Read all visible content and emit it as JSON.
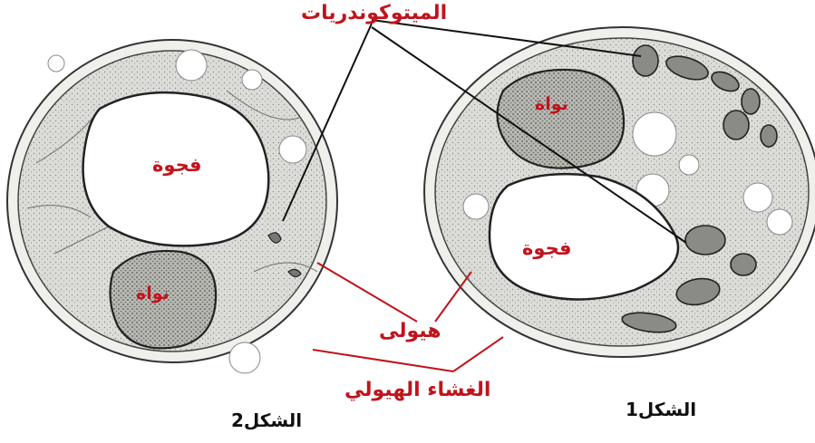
{
  "labels": {
    "mitochondria": "الميتوكوندريات",
    "vacuole_fig2": "فجوة",
    "nucleus_fig2": "نواة",
    "nucleus_fig1": "نواة",
    "vacuole_fig1": "فجوة",
    "cytoplasm": "هيولى",
    "plasma_membrane": "الغشاء الهيولي",
    "figure2_caption": "الشكل2",
    "figure1_caption": "الشكل1"
  },
  "colors": {
    "label_red": "#c0141c",
    "label_black": "#111111",
    "cytoplasm_fill": "#d9d9d6",
    "outline": "#222222"
  }
}
